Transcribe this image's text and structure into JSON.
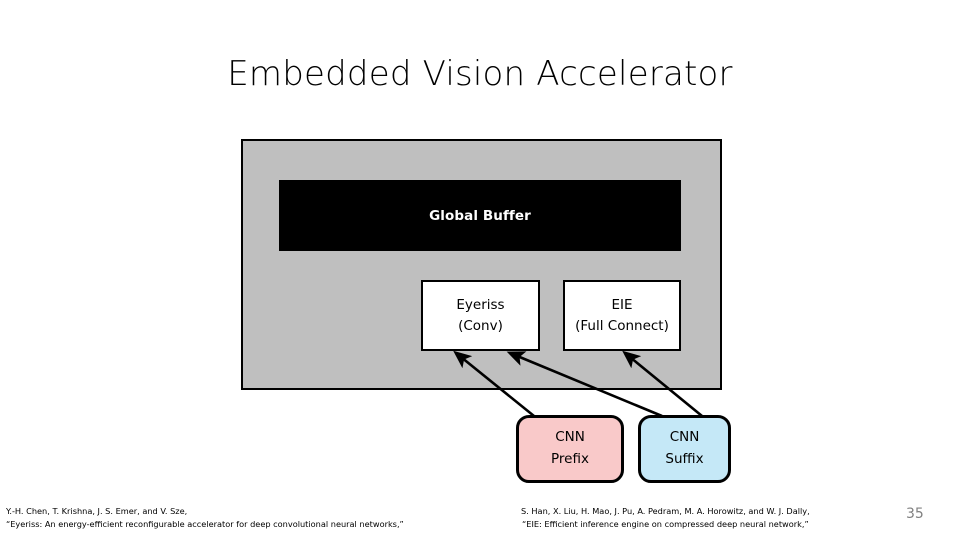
{
  "slide": {
    "title": "Embedded Vision Accelerator",
    "page_number": "35"
  },
  "diagram": {
    "chip_fill": "#bfbfbf",
    "global_buffer": {
      "label": "Global Buffer",
      "fill": "#000000",
      "text_color": "#ffffff"
    },
    "engines": [
      {
        "name": "eyeriss",
        "line1": "Eyeriss",
        "line2": "(Conv)",
        "fill": "#ffffff"
      },
      {
        "name": "eie",
        "line1": "EIE",
        "line2": "(Full Connect)",
        "fill": "#ffffff"
      }
    ],
    "cnn_blocks": [
      {
        "name": "cnn-prefix",
        "line1": "CNN",
        "line2": "Prefix",
        "fill": "#f9c9c9"
      },
      {
        "name": "cnn-suffix",
        "line1": "CNN",
        "line2": "Suffix",
        "fill": "#c5e8f7"
      }
    ],
    "arrows": [
      {
        "from": "cnn-prefix",
        "to": "eyeriss"
      },
      {
        "from": "cnn-suffix",
        "to": "eyeriss"
      },
      {
        "from": "cnn-suffix",
        "to": "eie"
      }
    ]
  },
  "citations": {
    "left": {
      "line1": "Y.-H. Chen, T. Krishna, J. S. Emer, and V. Sze,",
      "line2": "“Eyeriss: An energy-efficient reconfigurable accelerator for deep convolutional neural networks,”"
    },
    "right": {
      "line1": "S. Han, X. Liu, H. Mao, J. Pu, A. Pedram, M. A. Horowitz, and W. J. Dally,",
      "line2": "“EIE: Efficient inference engine on compressed deep neural network,”"
    }
  }
}
